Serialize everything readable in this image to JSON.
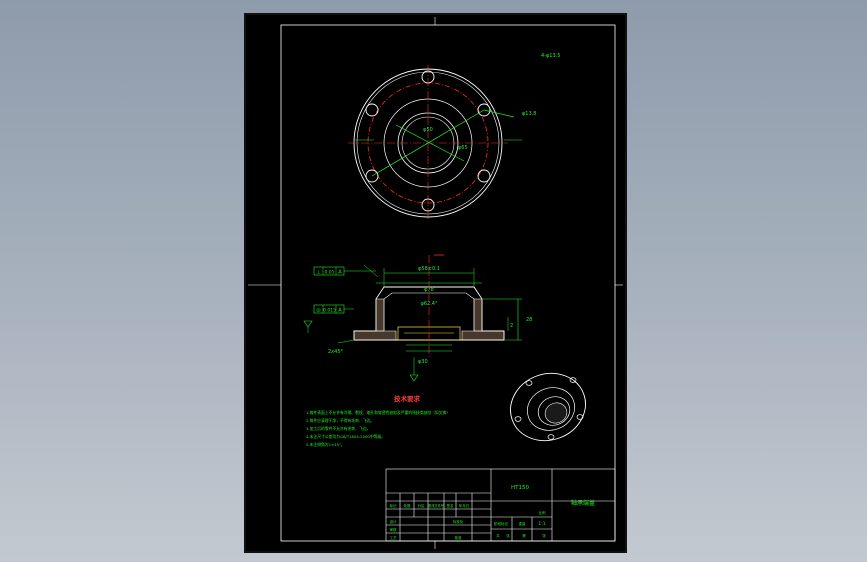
{
  "drawing": {
    "top_view": {
      "top_callout": "4-φ13.5",
      "right_note": "φ13.8",
      "diam_labels": [
        "φ50",
        "φ65"
      ]
    },
    "section": {
      "datum_frame_1": [
        "⊥",
        "0.01",
        "A"
      ],
      "datum_frame_2": [
        "◎",
        "0.015",
        "A"
      ],
      "top_dim": "φ58±0.1",
      "width_dim": "φ78",
      "inner_dim": "φ62.4°",
      "height_dim": "28",
      "depth_dim": "2",
      "chamfer_note": "2x45°",
      "bottom_note": "φ30"
    },
    "tech_req": {
      "title": "技术要求",
      "items": [
        "1.铸件表面上不允许有冷隔、裂纹、缩孔和穿透性缺陷及严重的残缺类缺陷（如欠铸）",
        "2.铸件应清理干净，不得有毛刺、飞边。",
        "3.加工后的零件不允许有毛刺、飞边。",
        "4.未注尺寸公差均为GB/T1804-2000中等级。",
        "5.未注倒角为1×45°。"
      ]
    },
    "title_block": {
      "material": "HT150",
      "part_name": "轴承端盖",
      "scale": "1:1",
      "row_cells": [
        "标记",
        "处数",
        "分区",
        "更改文件号",
        "签名",
        "年月日"
      ],
      "labels": [
        "设计",
        "审核",
        "工艺",
        "批准",
        "标准化",
        "阶段标记",
        "重量",
        "比例",
        "共",
        "张",
        "第",
        "张"
      ]
    }
  }
}
